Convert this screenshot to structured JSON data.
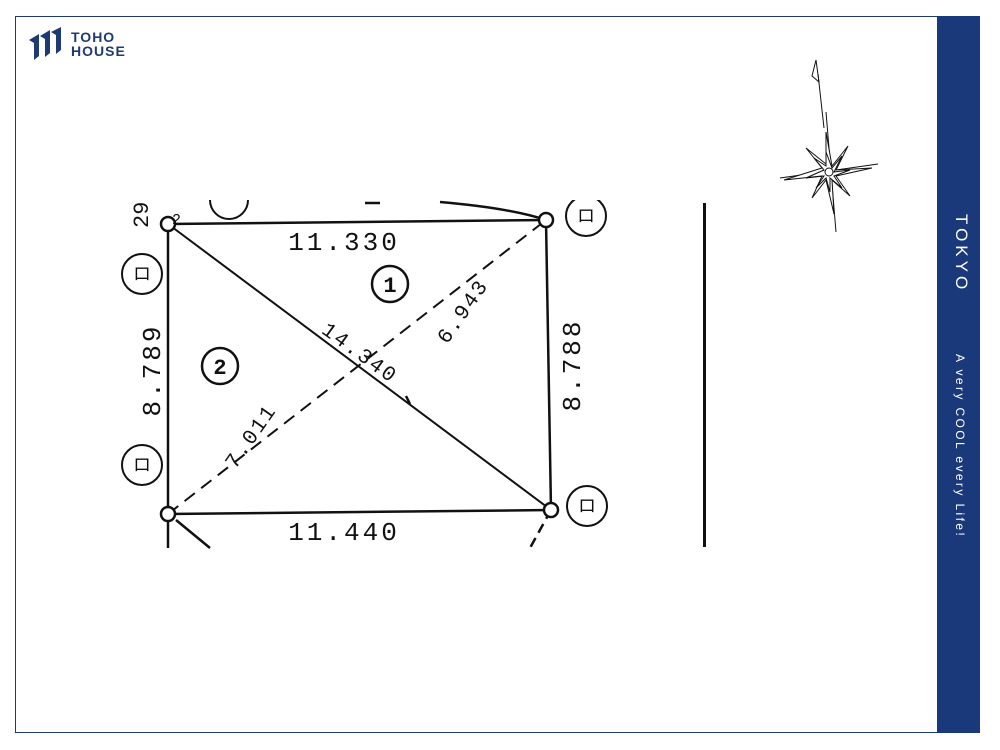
{
  "brand": {
    "line1": "TOHO",
    "line2": "HOUSE"
  },
  "sidebar": {
    "city": "TOKYO",
    "tagline": "A very COOL every Life!"
  },
  "plan": {
    "dimensions": {
      "top": "11.330",
      "bottom": "11.440",
      "left": "8.789",
      "right": "8.788",
      "diagonal_main": "14.340",
      "diagonal_upper": "6.943",
      "diagonal_lower": "7.011"
    },
    "parcels": {
      "parcel_1": "1",
      "parcel_2": "2"
    },
    "corner_marks": {
      "mark": "ロ",
      "partial_top": "29",
      "partial_top_2": "2"
    }
  },
  "colors": {
    "brand_blue": "#19397a",
    "ink": "#111111"
  }
}
